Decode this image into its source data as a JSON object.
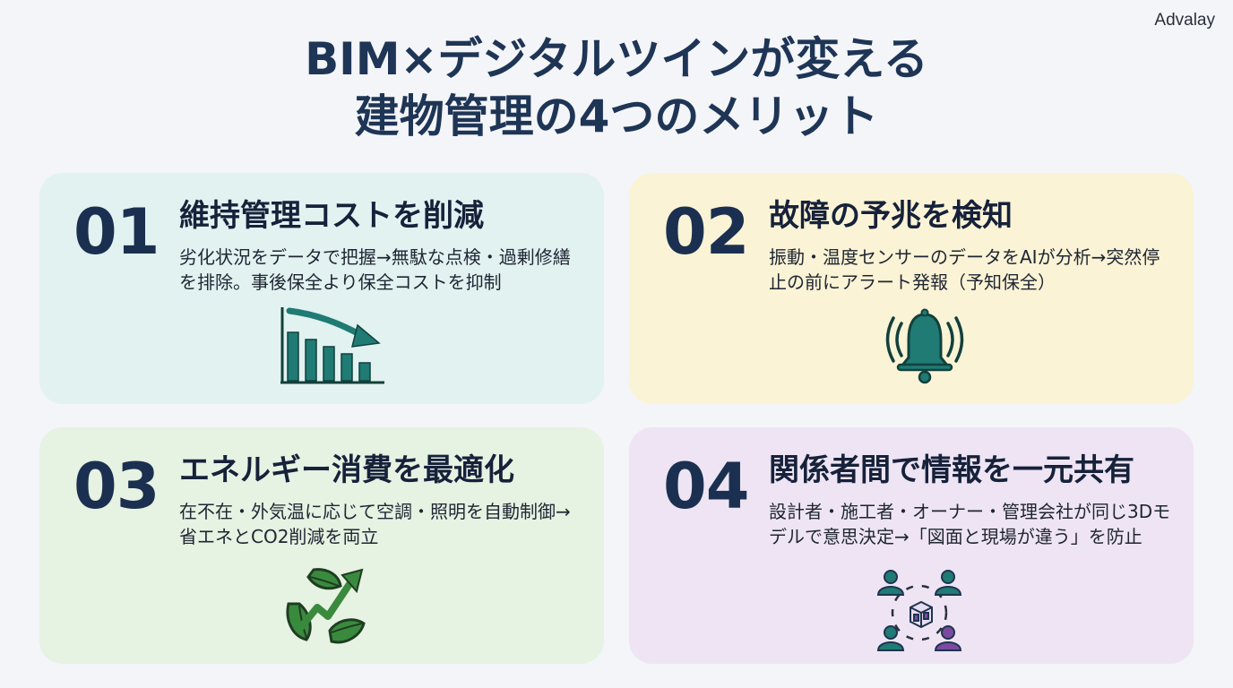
{
  "brand": "Advalay",
  "title": {
    "line1": "BIM×デジタルツインが変える",
    "line2": "建物管理の4つのメリット"
  },
  "colors": {
    "title": "#1e3556",
    "teal_icon": "#1f7b74",
    "green_icon": "#3a8a3e",
    "purple_icon": "#7a4aa0",
    "card1_bg": "#e1f2f1",
    "card2_bg": "#faf3d5",
    "card3_bg": "#e6f2e2",
    "card4_bg": "#eee4f3"
  },
  "cards": [
    {
      "number": "01",
      "title": "維持管理コストを削減",
      "description": "劣化状況をデータで把握→無駄な点検・過剰修繕を排除。事後保全より保全コストを抑制",
      "icon": "declining-bar-chart-icon"
    },
    {
      "number": "02",
      "title": "故障の予兆を検知",
      "description": "振動・温度センサーのデータをAIが分析→突然停止の前にアラート発報（予知保全）",
      "icon": "alarm-bell-icon"
    },
    {
      "number": "03",
      "title": "エネルギー消費を最適化",
      "description": "在不在・外気温に応じて空調・照明を自動制御→省エネとCO2削減を両立",
      "icon": "eco-leaves-growth-icon"
    },
    {
      "number": "04",
      "title": "関係者間で情報を一元共有",
      "description": "設計者・施工者・オーナー・管理会社が同じ3Dモデルで意思決定→「図面と現場が違う」を防止",
      "icon": "people-sharing-model-icon"
    }
  ]
}
